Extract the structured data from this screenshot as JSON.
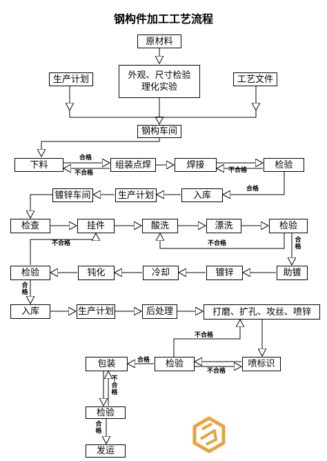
{
  "title": "钢构件加工工艺流程",
  "nodes": {
    "raw_material": "原材料",
    "inspection_appearance": "外观、尺寸检验\n理化实验",
    "production_plan_top": "生产计划",
    "process_file": "工艺文件",
    "steel_workshop": "钢构车间",
    "cutting": "下料",
    "assembly_spot_weld": "组装点焊",
    "welding": "焊接",
    "inspect_weld": "检验",
    "warehouse_in_1": "入库",
    "production_plan_2": "生产计划",
    "galvanize_workshop": "镀锌车间",
    "check": "检查",
    "hanging": "挂件",
    "pickling": "酸洗",
    "rinsing": "漂洗",
    "inspect_rinse": "检验",
    "inspect_passivation": "检验",
    "passivation": "钝化",
    "cooling": "冷却",
    "galvanizing": "镀锌",
    "flux_plating": "助镀",
    "warehouse_in_2": "入库",
    "production_plan_3": "生产计划",
    "post_processing": "后处理",
    "grinding_drilling": "打磨、扩孔、攻丝、喷锌",
    "packing": "包装",
    "inspect_final": "检验",
    "spray_mark": "喷标识",
    "inspect_pack": "检验",
    "shipping": "发运"
  },
  "labels": {
    "pass": "合格",
    "fail": "不合格"
  },
  "logo": {
    "color": "#e8a33d"
  }
}
